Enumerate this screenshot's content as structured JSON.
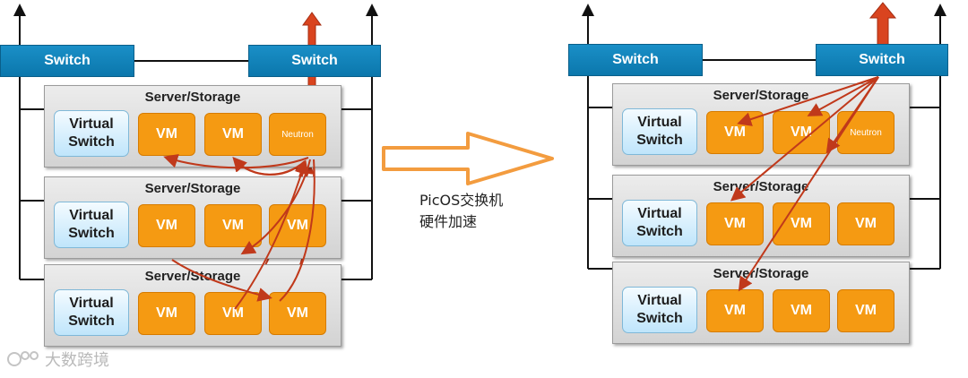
{
  "left": {
    "switches": [
      "Switch",
      "Switch"
    ],
    "servers": [
      {
        "title": "Server/Storage",
        "vswitch": [
          "Virtual",
          "Switch"
        ],
        "vms": [
          "VM",
          "VM",
          "Neutron"
        ]
      },
      {
        "title": "Server/Storage",
        "vswitch": [
          "Virtual",
          "Switch"
        ],
        "vms": [
          "VM",
          "VM",
          "VM"
        ]
      },
      {
        "title": "Server/Storage",
        "vswitch": [
          "Virtual",
          "Switch"
        ],
        "vms": [
          "VM",
          "VM",
          "VM"
        ]
      }
    ]
  },
  "right": {
    "switches": [
      "Switch",
      "Switch"
    ],
    "servers": [
      {
        "title": "Server/Storage",
        "vswitch": [
          "Virtual",
          "Switch"
        ],
        "vms": [
          "VM",
          "VM",
          "Neutron"
        ]
      },
      {
        "title": "Server/Storage",
        "vswitch": [
          "Virtual",
          "Switch"
        ],
        "vms": [
          "VM",
          "VM",
          "VM"
        ]
      },
      {
        "title": "Server/Storage",
        "vswitch": [
          "Virtual",
          "Switch"
        ],
        "vms": [
          "VM",
          "VM",
          "VM"
        ]
      }
    ]
  },
  "caption": {
    "line1": "PicOS交换机",
    "line2": "硬件加速"
  },
  "watermark": {
    "text": "大数跨境"
  },
  "colors": {
    "switch_blue": "#0b7fb8",
    "vm_orange": "#f59a12",
    "arrow_red": "#d9441f",
    "flow_red": "#c0391b",
    "hollow_arrow_orange": "#f39c3f"
  },
  "icons": [
    "up-arrow-icon",
    "double-headed-arrow-icon",
    "hollow-right-arrow-icon",
    "watermark-logo-icon"
  ]
}
